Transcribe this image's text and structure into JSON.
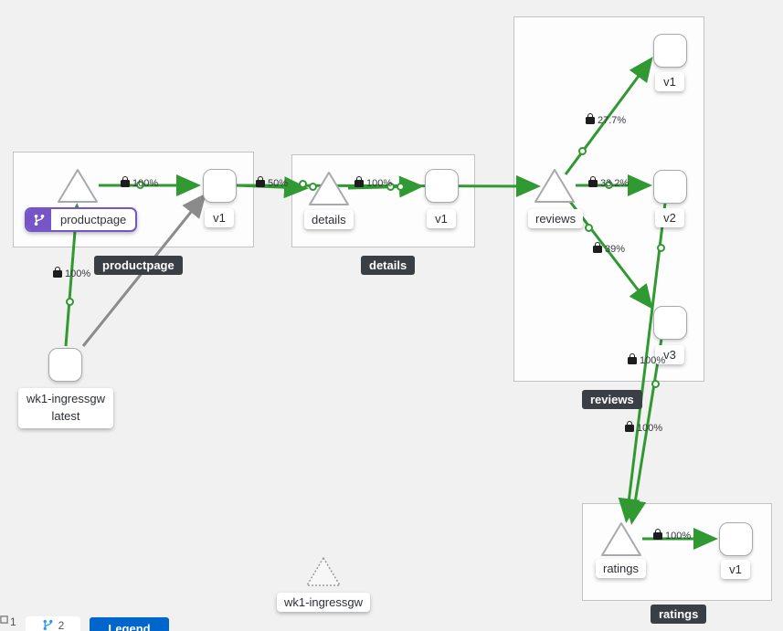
{
  "colors": {
    "edge_green": "#319931",
    "edge_gray": "#8b8b8b",
    "badge_purple": "#7655c8",
    "dark_badge_bg": "#393f44",
    "accent_blue": "#0066cc"
  },
  "badges": {
    "productpage": "productpage",
    "details": "details",
    "reviews": "reviews",
    "ratings": "ratings"
  },
  "services": {
    "productpage": "productpage",
    "details": "details",
    "reviews": "reviews",
    "ratings": "ratings",
    "ingress_idle": "wk1-ingressgw"
  },
  "workloads": {
    "pp_v1": "v1",
    "details_v1": "v1",
    "reviews_v1": "v1",
    "reviews_v2": "v2",
    "reviews_v3": "v3",
    "ratings_v1": "v1",
    "ingress_line1": "wk1-ingressgw",
    "ingress_line2": "latest"
  },
  "edges": {
    "ingress_to_productpage": "100%",
    "productpage_to_v1": "100%",
    "ppv1_to_details": "50%",
    "details_to_v1": "100%",
    "reviews_to_v1": "27.7%",
    "reviews_to_v2": "33.2%",
    "reviews_to_v3": "39%",
    "v2_to_ratings": "100%",
    "v3_to_ratings": "100%",
    "ratings_to_v1": "100%"
  },
  "footer": {
    "count1": "1",
    "count2": "2",
    "legend_label": "Legend"
  }
}
